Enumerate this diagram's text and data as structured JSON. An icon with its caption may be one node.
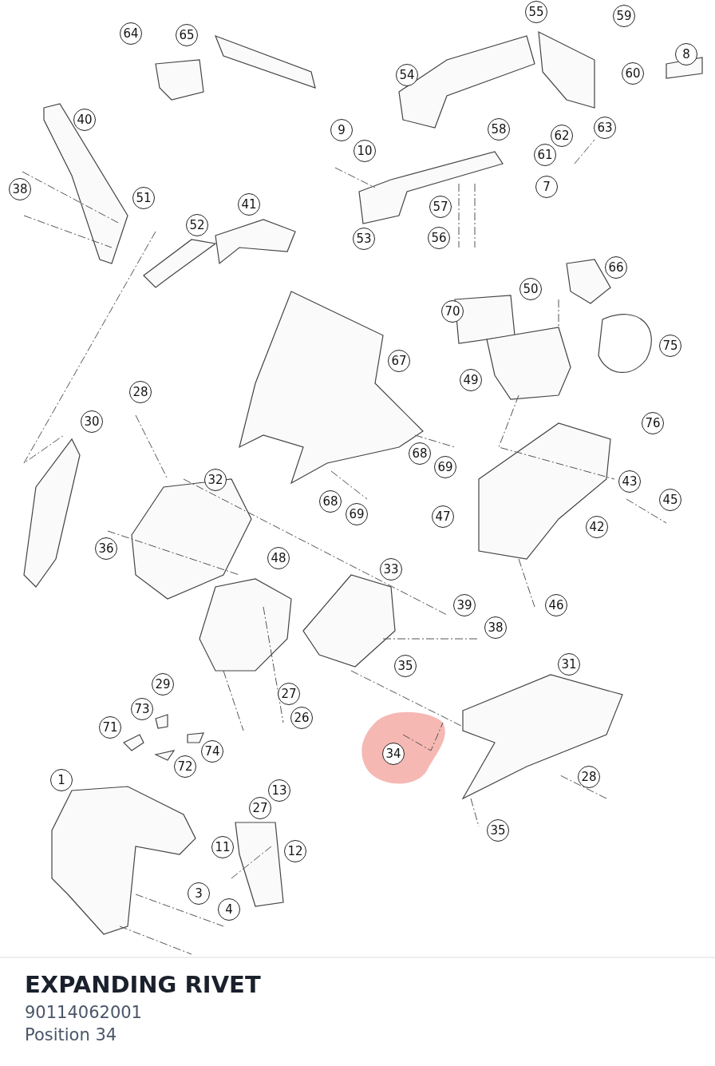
{
  "diagram": {
    "title": "EXPANDING RIVET",
    "labels": [
      "55",
      "59",
      "64",
      "65",
      "8",
      "54",
      "60",
      "40",
      "63",
      "9",
      "58",
      "62",
      "10",
      "61",
      "38",
      "7",
      "51",
      "41",
      "57",
      "52",
      "53",
      "56",
      "66",
      "50",
      "70",
      "75",
      "67",
      "49",
      "28",
      "30",
      "76",
      "68",
      "69",
      "32",
      "43",
      "45",
      "68",
      "69",
      "47",
      "42",
      "36",
      "48",
      "33",
      "39",
      "46",
      "38",
      "35",
      "31",
      "29",
      "27",
      "73",
      "26",
      "71",
      "34",
      "74",
      "72",
      "28",
      "1",
      "13",
      "27",
      "35",
      "11",
      "12",
      "3",
      "4",
      "90114062001",
      "Position 34"
    ]
  }
}
